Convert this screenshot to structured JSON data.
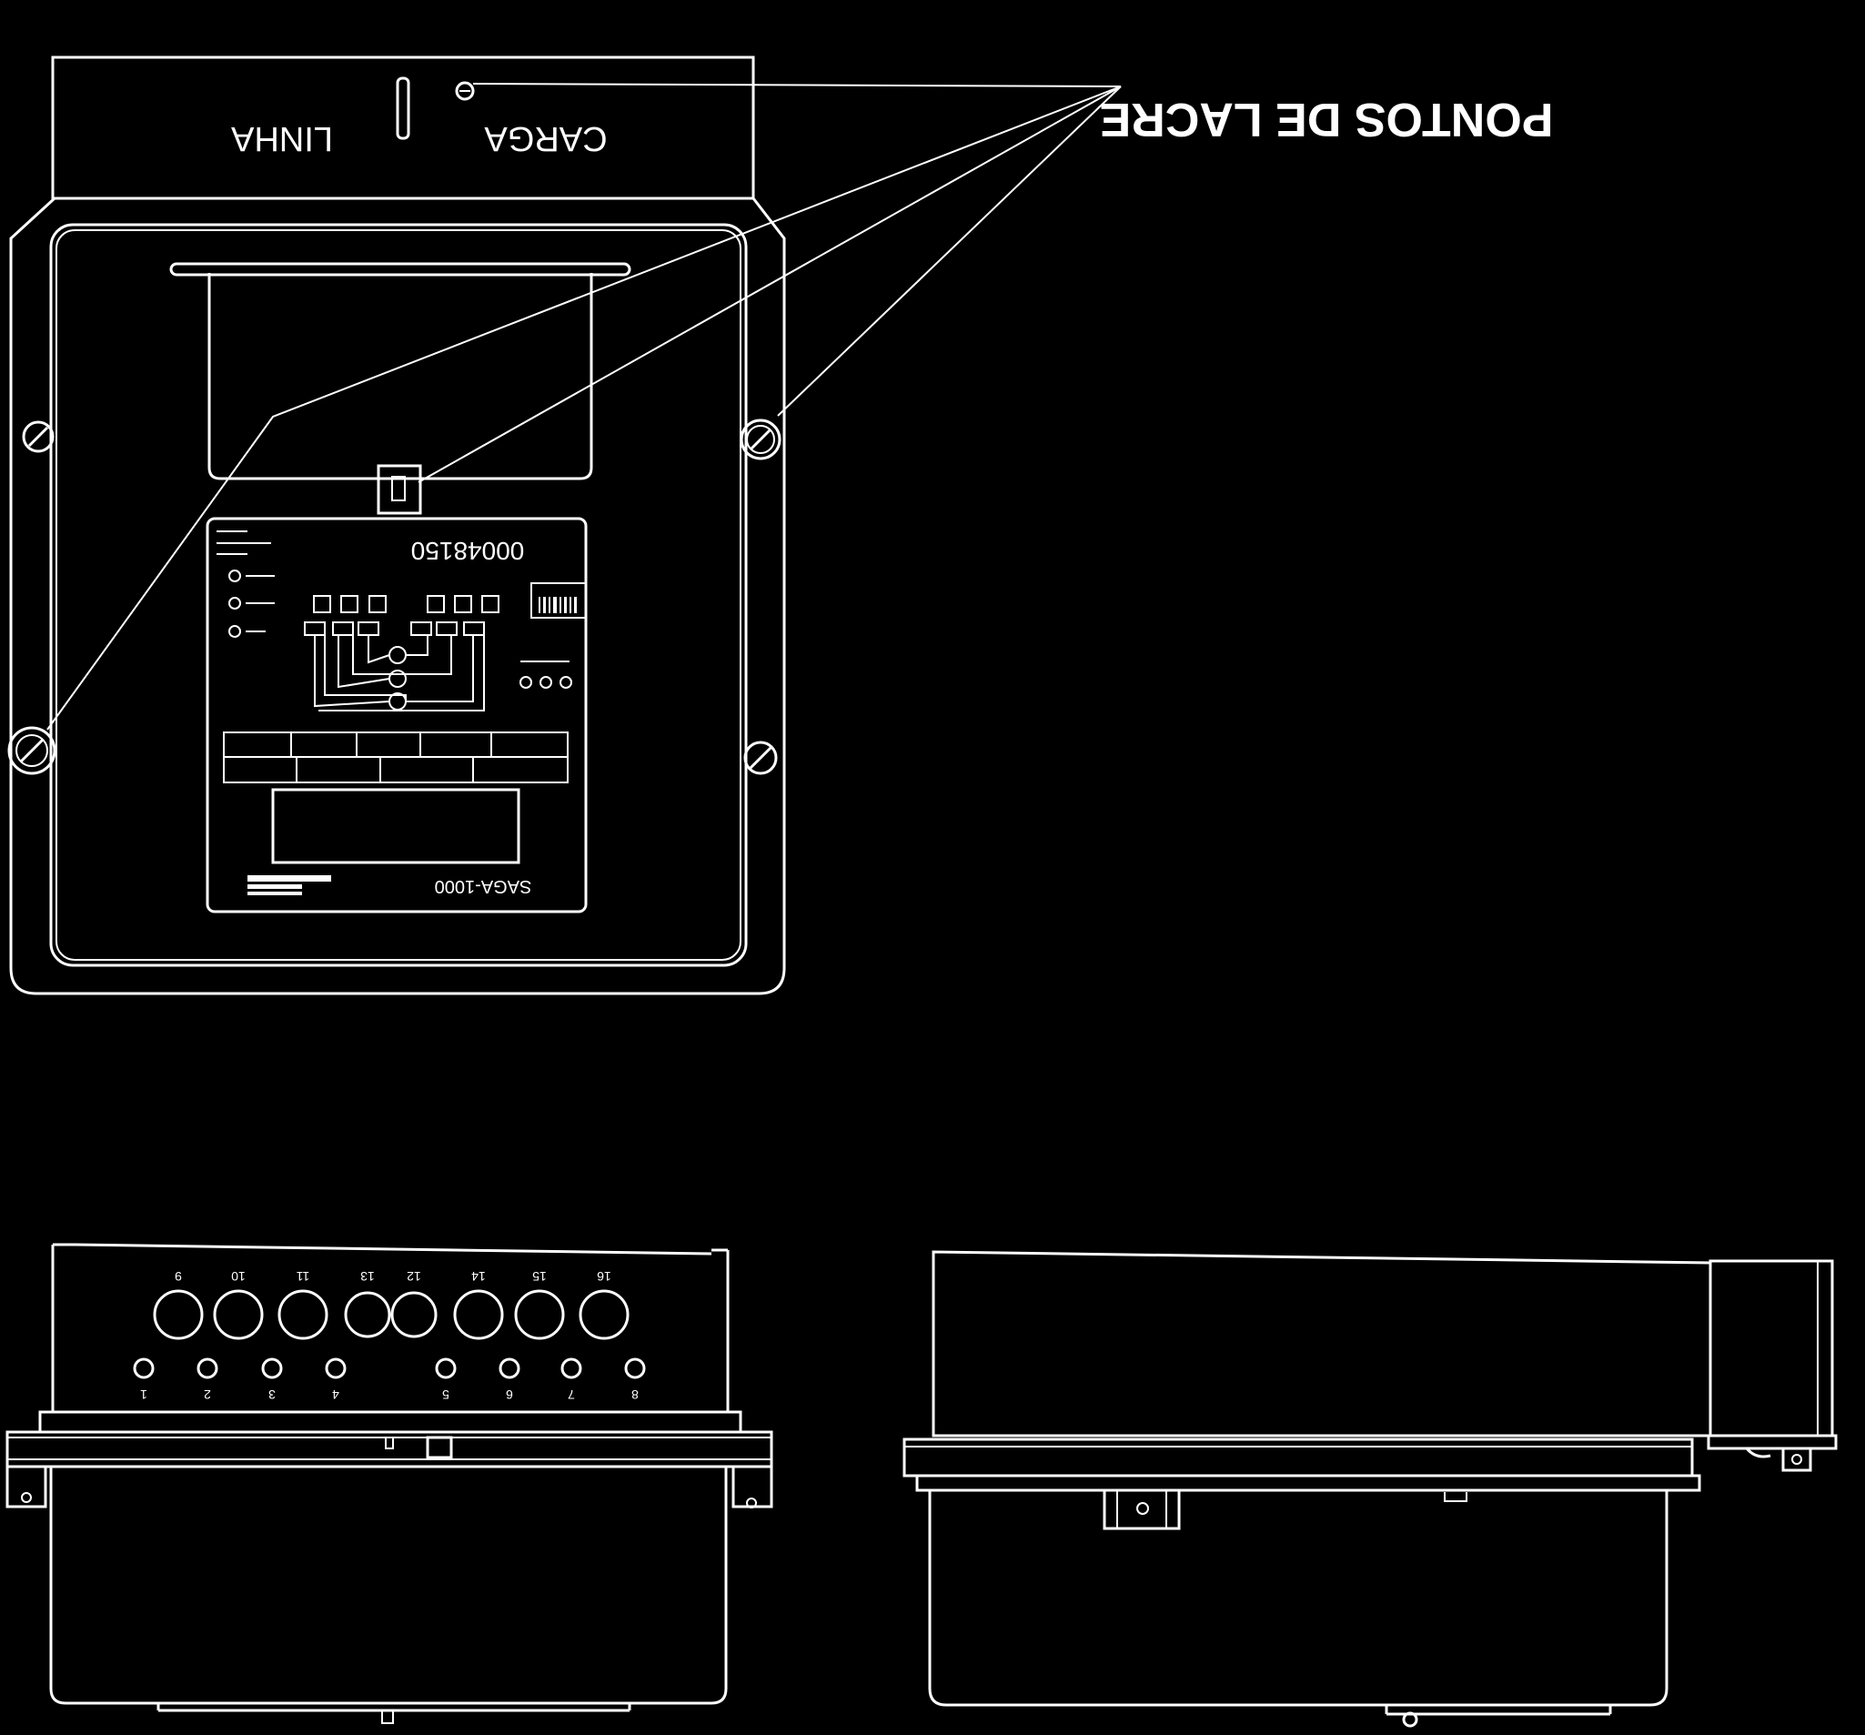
{
  "callout": {
    "label": "PONTOS DE LACRE"
  },
  "top_cover": {
    "left_label": "LINHA",
    "right_label": "CARGA"
  },
  "nameplate": {
    "serial": "00048150",
    "model": "SAGA-1000"
  },
  "bottom_terminals": {
    "upper_numbers": [
      "9",
      "10",
      "11",
      "13",
      "12",
      "14",
      "15",
      "16"
    ],
    "lower_numbers": [
      "1",
      "2",
      "3",
      "4",
      "5",
      "6",
      "7",
      "8"
    ]
  },
  "colors": {
    "background": "#000000",
    "line": "#ffffff"
  }
}
